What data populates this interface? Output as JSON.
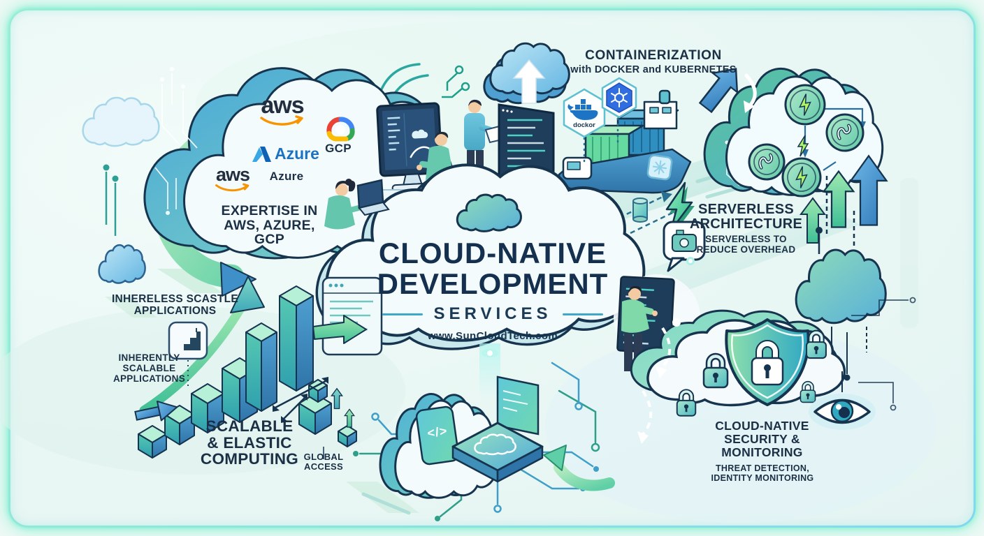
{
  "header": {
    "containerization_title": "CONTAINERIZATION",
    "containerization_subtitle": "with DOCKER and KUBERNETES"
  },
  "center": {
    "title": "CLOUD-NATIVE\nDEVELOPMENT",
    "subtitle": "SERVICES",
    "website": "www.SunCloudTech.com"
  },
  "expertise": {
    "aws_logo": "aws",
    "gcp_label": "GCP",
    "azure_logo": "Azure",
    "aws_logo_2": "aws",
    "azure_label": "Azure",
    "title": "EXPERTISE IN\nAWS, AZURE,\nGCP"
  },
  "badges": {
    "docker_label": "dockor"
  },
  "serverless": {
    "title": "SERVERLESS\nARCHITECTURE",
    "subtitle": "SERVERLESS TO\nREDUCE OVERHEAD"
  },
  "scalable_apps": {
    "title": "INHERELESS SCASTLE\nAPPLICATIONS",
    "subtitle": "INHERENTLY\nSCALABLE\nAPPLICATIONS"
  },
  "computing": {
    "title": "SCALABLE\n& ELASTIC\nCOMPUTING",
    "caption": "GLOBAL\nACCESS"
  },
  "security": {
    "title": "CLOUD-NATIVE\nSECURITY &\nMONITORING",
    "subtitle": "THREAT DETECTION,\nIDENTITY MONITORING"
  },
  "chip": {
    "code_symbol": "</>"
  },
  "colors": {
    "navy": "#17344f",
    "teal": "#3fa8b8",
    "green": "#3fbf96",
    "aws_orange": "#f79400",
    "azure_blue": "#1d72c0",
    "glow_mint": "#8ce8cf"
  }
}
